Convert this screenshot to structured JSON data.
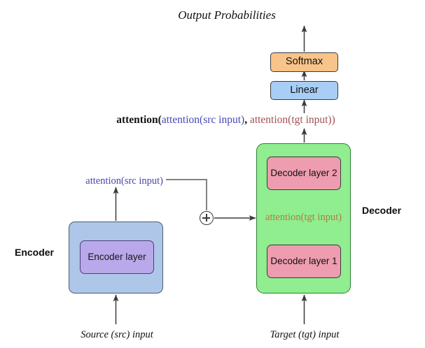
{
  "diagram": {
    "title_note": "Transformer encoder-decoder attention flow diagram",
    "top": {
      "output_label": "Output Probabilities",
      "softmax_label": "Softmax",
      "linear_label": "Linear"
    },
    "formula": {
      "part_open": "attention(",
      "part_src": "attention(src input)",
      "separator": ", ",
      "part_tgt": "attention(tgt input))"
    },
    "encoder": {
      "title": "Encoder",
      "layer_label": "Encoder layer",
      "attention_label": "attention(src input)",
      "input_label": "Source (src) input"
    },
    "decoder": {
      "title": "Decoder",
      "layer_2_label": "Decoder layer 2",
      "layer_1_label": "Decoder layer 1",
      "attention_label": "attention(tgt input)",
      "input_label": "Target (tgt) input"
    },
    "combine": {
      "symbol": "plus-circle"
    },
    "colors": {
      "softmax": "#f9c489",
      "linear": "#a8cef5",
      "encoder_box": "#aec6e8",
      "encoder_layer": "#b9a8ea",
      "decoder_box": "#90ee90",
      "decoder_layer": "#ee9cb0",
      "src_text": "#4646b4",
      "tgt_text": "#a05050",
      "tgt_inner_text": "#b5783c",
      "arrow": "#3a3a3a",
      "background": "#ffffff"
    }
  }
}
